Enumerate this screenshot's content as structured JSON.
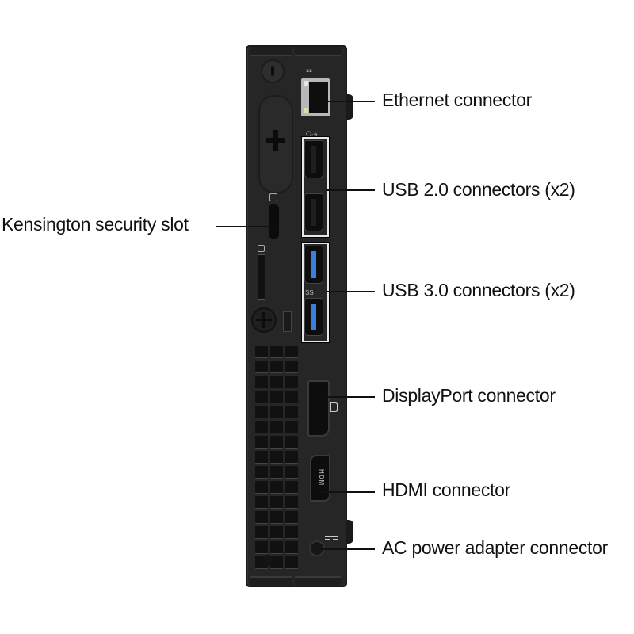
{
  "figure": {
    "subject": "Mini PC rear panel",
    "colors": {
      "chassis": "#262626",
      "usb3_accent": "#3e7de0",
      "led": "#cfe6a8",
      "text": "#111111"
    }
  },
  "callouts": [
    {
      "id": "ethernet",
      "text": "Ethernet connector",
      "icon": "ethernet-icon"
    },
    {
      "id": "usb2",
      "text": "USB 2.0 connectors (x2)",
      "icon": "usb-icon"
    },
    {
      "id": "kensington",
      "text": "Kensington security slot",
      "icon": "lock-icon"
    },
    {
      "id": "usb3",
      "text": "USB 3.0 connectors (x2)",
      "icon": "usb-ss-icon"
    },
    {
      "id": "displayport",
      "text": "DisplayPort connector",
      "icon": "displayport-icon"
    },
    {
      "id": "hdmi",
      "text": "HDMI connector",
      "icon": "hdmi-icon"
    },
    {
      "id": "power",
      "text": "AC power adapter connector",
      "icon": "dc-power-icon"
    }
  ],
  "panel_markings": {
    "hdmi": "HDMI",
    "usb3_prefix": "SS"
  }
}
